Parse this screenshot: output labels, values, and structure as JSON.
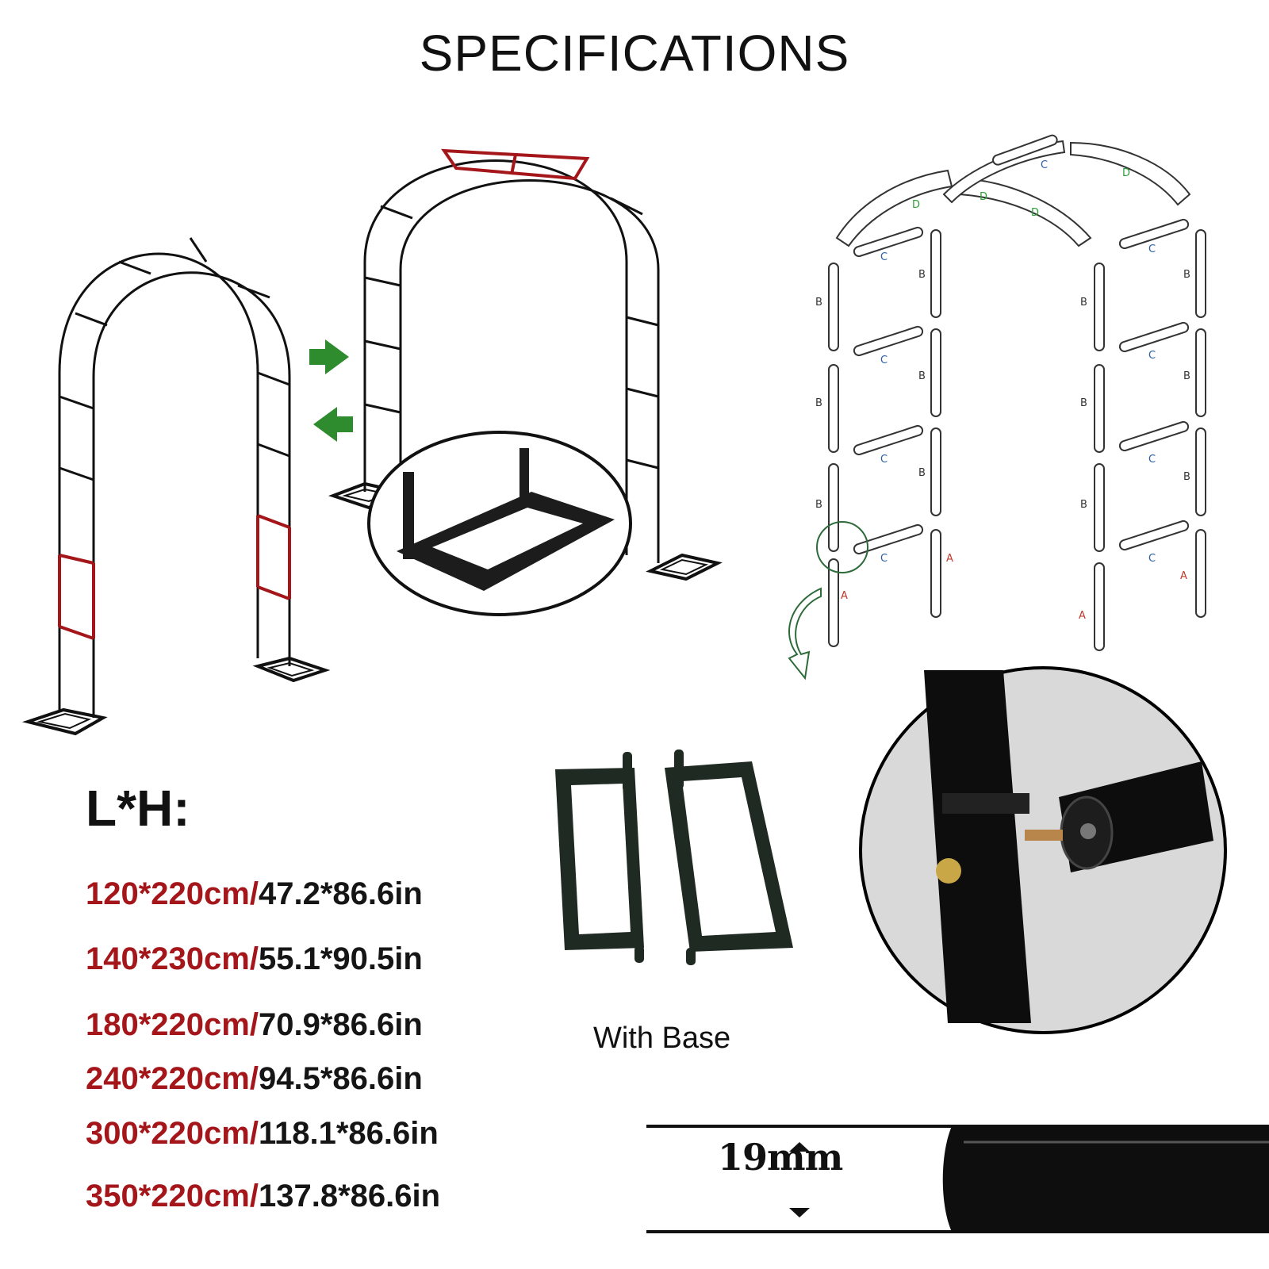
{
  "page": {
    "title": "SPECIFICATIONS"
  },
  "sizes": {
    "heading": "L*H:",
    "rows": [
      {
        "cm": "120*220cm/",
        "inch": "47.2*86.6in"
      },
      {
        "cm": "140*230cm/",
        "inch": "55.1*90.5in"
      },
      {
        "cm": "180*220cm/",
        "inch": "70.9*86.6in"
      },
      {
        "cm": "240*220cm/",
        "inch": "94.5*86.6in"
      },
      {
        "cm": "300*220cm/",
        "inch": "118.1*86.6in"
      },
      {
        "cm": "350*220cm/",
        "inch": "137.8*86.6in"
      }
    ]
  },
  "base": {
    "caption": "With Base"
  },
  "tube": {
    "diameter": "19mm"
  },
  "parts": {
    "a": "A",
    "b": "B",
    "c": "C",
    "d": "D"
  },
  "colors": {
    "accent_red": "#a4161a",
    "arrow_green": "#2e8b2e",
    "part_blue": "#2a5fa8",
    "part_green": "#2e9e3a",
    "part_red": "#c0392b",
    "metal_black": "#111111"
  }
}
